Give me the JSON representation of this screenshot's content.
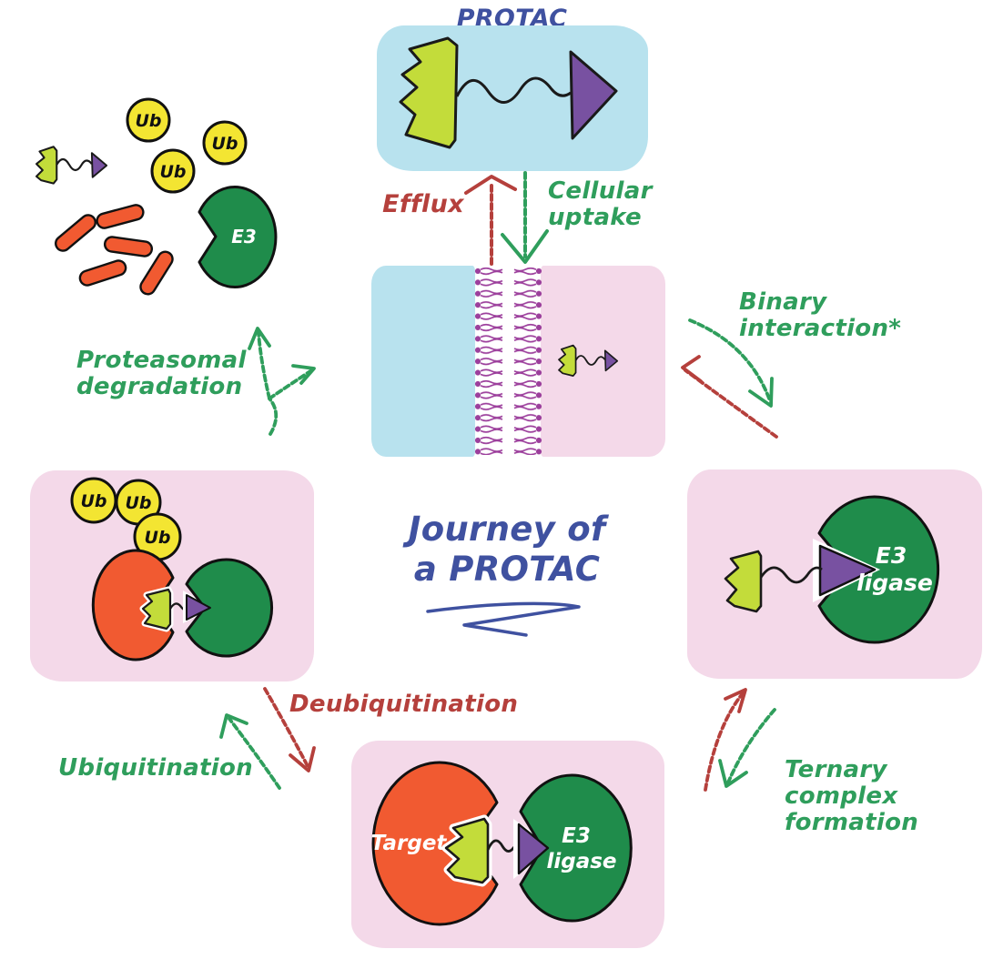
{
  "title": {
    "text": "Journey of\na PROTAC"
  },
  "top_label": "PROTAC",
  "transport": {
    "efflux": "Efflux",
    "uptake": "Cellular\nuptake"
  },
  "steps": {
    "binary_interaction": "Binary\ninteraction*",
    "ternary_complex": "Ternary complex\nformation",
    "ubiquitination": "Ubiquitination",
    "deubiquitination": "Deubiquitination",
    "proteasomal_degradation": "Proteasomal\ndegradation"
  },
  "proteins": {
    "target": "Target",
    "e3": "E3",
    "e3_ligase_line1": "E3",
    "e3_ligase_line2": "ligase",
    "ub": "Ub"
  },
  "colors": {
    "title_blue": "#3f51a0",
    "green_text": "#2f9e5c",
    "red_text": "#b5403c",
    "extracellular_blue": "#b8e2ee",
    "intracellular_pink": "#f4d9e9",
    "warhead_yellow_green": "#c3dc3a",
    "linker_black": "#1a1a1a",
    "e3_binder_purple": "#7851a1",
    "e3_ligase_green": "#1f8c4b",
    "target_orange": "#f15a31",
    "ub_yellow": "#f3e532",
    "phospholipid_purple": "#9c3f9c"
  }
}
